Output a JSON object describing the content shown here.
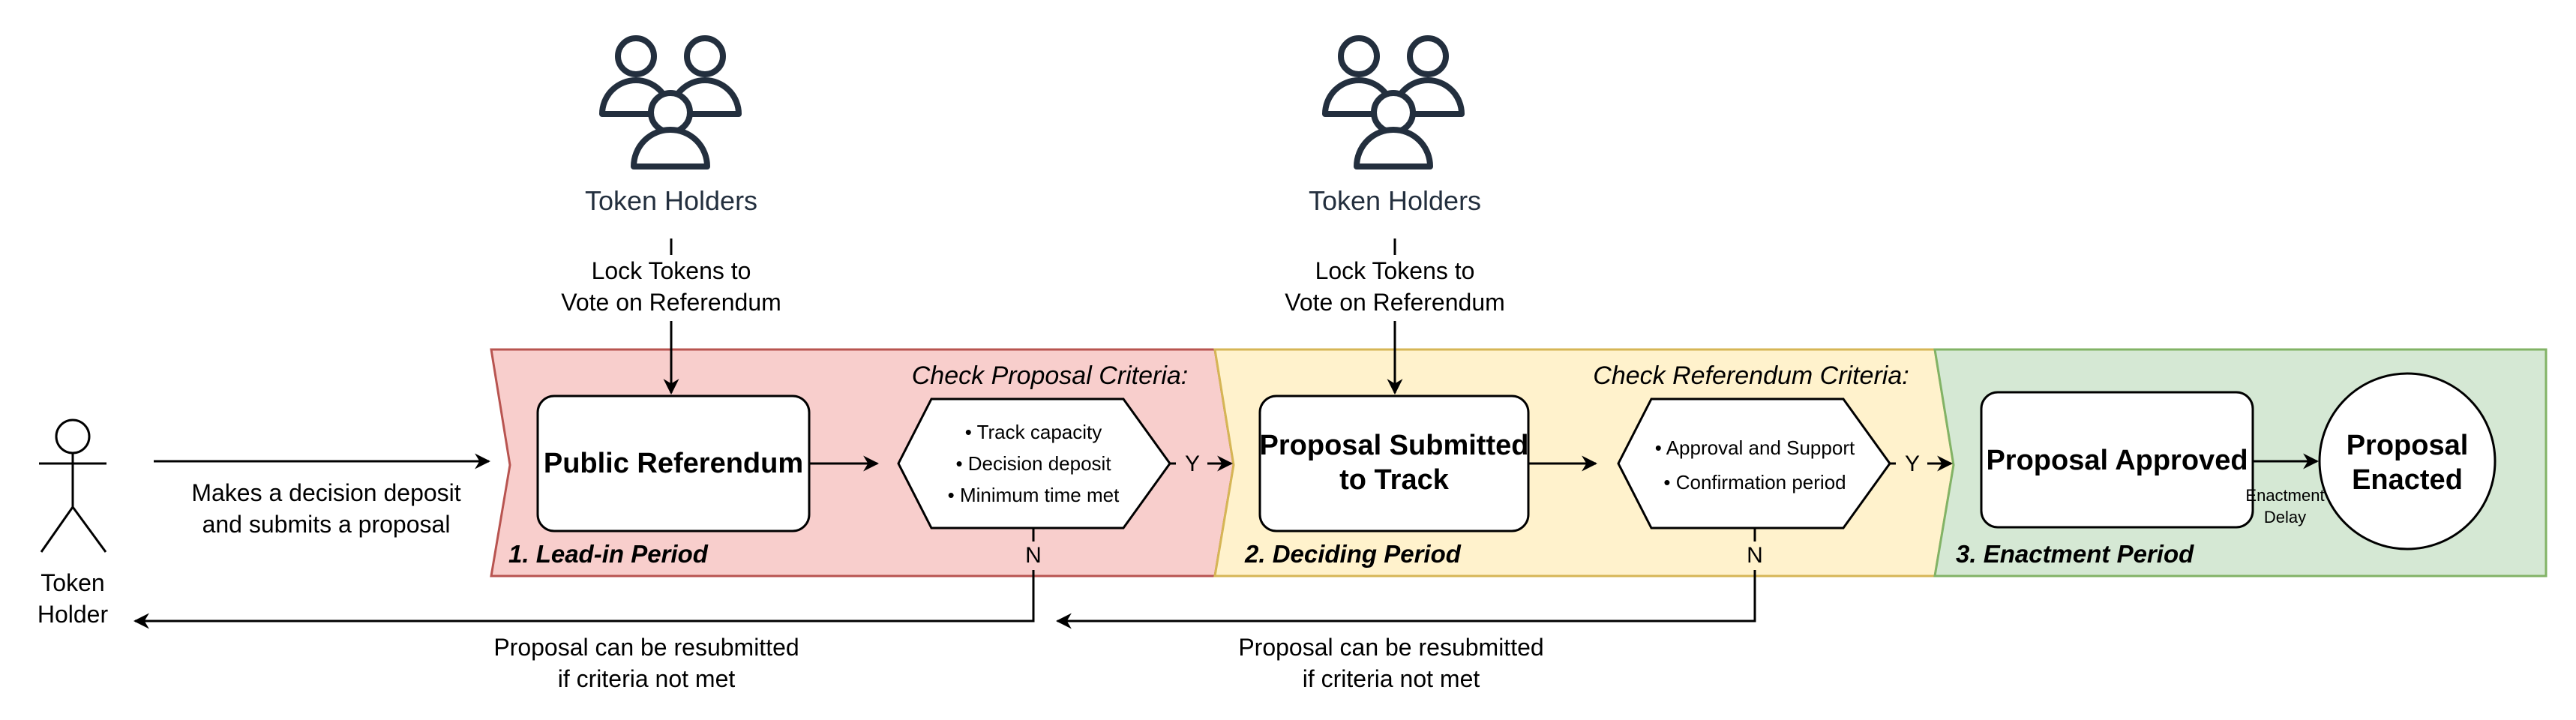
{
  "token_holder_actor": {
    "line1": "Token",
    "line2": "Holder"
  },
  "submit_note": {
    "line1": "Makes a decision deposit",
    "line2": "and submits a proposal"
  },
  "voters": [
    {
      "label": "Token Holders",
      "lock_line1": "Lock Tokens to",
      "lock_line2": "Vote on Referendum"
    },
    {
      "label": "Token Holders",
      "lock_line1": "Lock Tokens to",
      "lock_line2": "Vote on Referendum"
    }
  ],
  "phases": [
    {
      "name": "1. Lead-in Period",
      "fill": "#f8cecc",
      "stroke": "#b85450"
    },
    {
      "name": "2. Deciding Period",
      "fill": "#fff2cc",
      "stroke": "#d6b656"
    },
    {
      "name": "3. Enactment Period",
      "fill": "#d5e8d4",
      "stroke": "#82b366"
    }
  ],
  "boxes": {
    "public_referendum": "Public Referendum",
    "proposal_submitted_line1": "Proposal Submitted",
    "proposal_submitted_line2": "to Track",
    "proposal_approved": "Proposal Approved",
    "proposal_enacted_line1": "Proposal",
    "proposal_enacted_line2": "Enacted"
  },
  "criteria": [
    {
      "title": "Check Proposal Criteria:",
      "items": [
        "• Track capacity",
        "• Decision deposit",
        "• Minimum time met"
      ]
    },
    {
      "title": "Check Referendum Criteria:",
      "items": [
        "• Approval and Support",
        "• Confirmation period"
      ]
    }
  ],
  "decision_labels": {
    "yes": "Y",
    "no": "N"
  },
  "enactment_delay": {
    "line1": "Enactment",
    "line2": "Delay"
  },
  "resubmit_notes": [
    {
      "line1": "Proposal can be resubmitted",
      "line2": "if criteria not met"
    },
    {
      "line1": "Proposal can be resubmitted",
      "line2": "if criteria not met"
    }
  ]
}
